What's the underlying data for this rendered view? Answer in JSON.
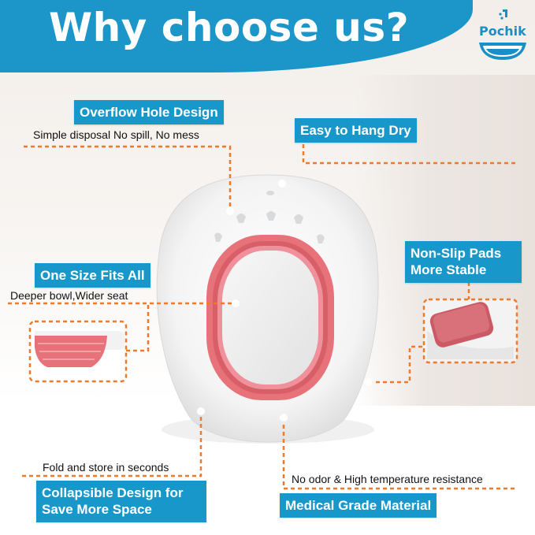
{
  "header": {
    "title": "Why choose us?"
  },
  "logo": {
    "brand": "Pochik",
    "icon": "bowl-faucet-icon"
  },
  "features": {
    "overflow": {
      "title": "Overflow Hole Design",
      "note": "Simple disposal No spill, No mess"
    },
    "hang": {
      "title": "Easy to Hang Dry"
    },
    "size": {
      "title": "One Size Fits All",
      "note": "Deeper bowl,Wider seat"
    },
    "nonslip": {
      "line1": "Non-Slip Pads",
      "line2": "More Stable"
    },
    "collapsible": {
      "note": "Fold and store in seconds",
      "line1": "Collapsible Design for",
      "line2": "Save More Space"
    },
    "material": {
      "note": "No odor & High temperature resistance",
      "title": "Medical Grade Material"
    }
  },
  "colors": {
    "brand_blue": "#1897ca",
    "accent_orange": "#f07a2c",
    "pink_rim": "#e8727a"
  }
}
